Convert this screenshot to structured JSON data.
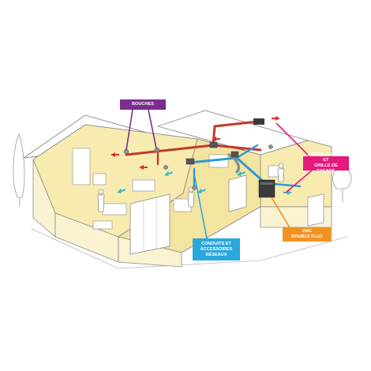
{
  "callouts": {
    "bouches": {
      "lines": [
        "BOUCHES"
      ]
    },
    "sortie": {
      "lines": [
        "SORTIE TOITURE ET",
        "GRILLE DE FAÇADE"
      ]
    },
    "vmc": {
      "lines": [
        "VMC",
        "DOUBLE FLUX"
      ]
    },
    "conduits": {
      "lines": [
        "CONDUITS ET",
        "ACCESSOIRES",
        "RÉSEAUX"
      ]
    }
  },
  "colors": {
    "bouches": "#7a2e8e",
    "sortie": "#e5197e",
    "vmc": "#f39221",
    "conduits": "#2aa8dc",
    "interior": "#f7ebb0",
    "wall": "#faf3d2",
    "outline": "#8a8a8a",
    "duct_hot": "#c0392b",
    "duct_cold": "#2e9bd1",
    "airflow_in": "#3ab7c7",
    "airflow_out": "#d9352b"
  },
  "icons": {
    "unit": "vmc-unit-icon",
    "vent": "air-vent-icon",
    "flow": "airflow-arrow-icon"
  }
}
